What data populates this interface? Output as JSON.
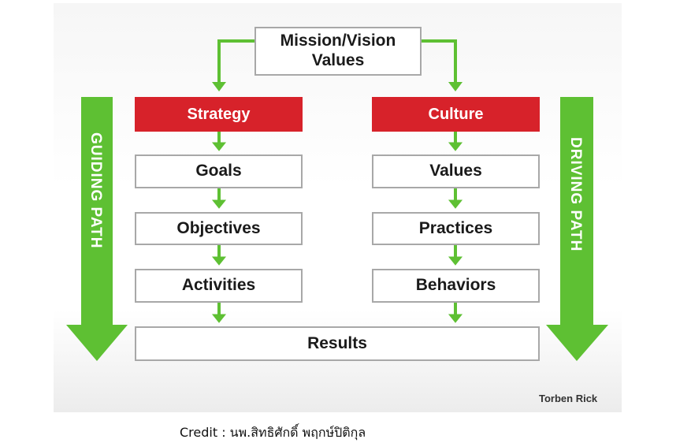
{
  "top": {
    "line1": "Mission/Vision",
    "line2": "Values"
  },
  "left_column": {
    "header": "Strategy",
    "items": [
      "Goals",
      "Objectives",
      "Activities"
    ]
  },
  "right_column": {
    "header": "Culture",
    "items": [
      "Values",
      "Practices",
      "Behaviors"
    ]
  },
  "bottom": "Results",
  "side_labels": {
    "left": "GUIDING PATH",
    "right": "DRIVING PATH"
  },
  "watermark": "Torben Rick",
  "credit": "Credit : นพ.สิทธิศักดิ์ พฤกษ์ปิติกุล",
  "colors": {
    "red": "#d7222a",
    "green": "#5ec033",
    "box_border": "#a8a8a8"
  }
}
